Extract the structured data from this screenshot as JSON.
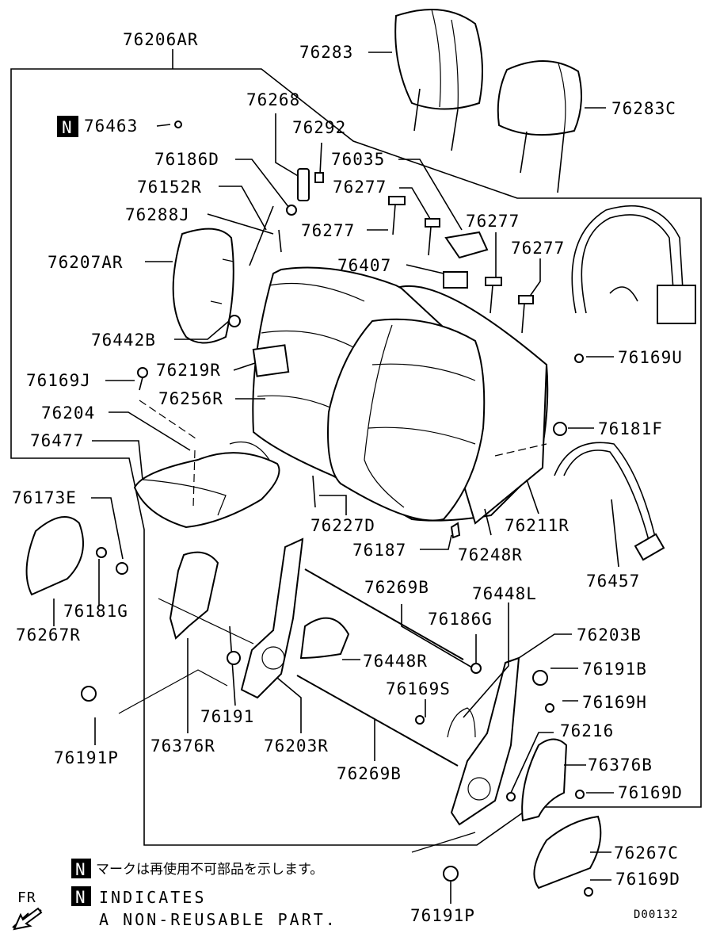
{
  "labels": {
    "l_76206AR": "76206AR",
    "l_76283": "76283",
    "l_76283C": "76283C",
    "l_76463": "76463",
    "l_76268": "76268",
    "l_76292": "76292",
    "l_76186D": "76186D",
    "l_76035": "76035",
    "l_76152R": "76152R",
    "l_76277a": "76277",
    "l_76288J": "76288J",
    "l_76277b": "76277",
    "l_76277c": "76277",
    "l_76277d": "76277",
    "l_76207AR": "76207AR",
    "l_76407": "76407",
    "l_76442B": "76442B",
    "l_76169U": "76169U",
    "l_76219R": "76219R",
    "l_76169J": "76169J",
    "l_76256R": "76256R",
    "l_76204": "76204",
    "l_76181F": "76181F",
    "l_76477": "76477",
    "l_76173E": "76173E",
    "l_76227D": "76227D",
    "l_76211R": "76211R",
    "l_76187": "76187",
    "l_76248R": "76248R",
    "l_76457": "76457",
    "l_76269Ba": "76269B",
    "l_76448L": "76448L",
    "l_76181G": "76181G",
    "l_76186G": "76186G",
    "l_76203B": "76203B",
    "l_76267R": "76267R",
    "l_76448R": "76448R",
    "l_76191B": "76191B",
    "l_76169S": "76169S",
    "l_76169H": "76169H",
    "l_76191": "76191",
    "l_76216": "76216",
    "l_76376R": "76376R",
    "l_76203R": "76203R",
    "l_76376B": "76376B",
    "l_76191Pa": "76191P",
    "l_76269Bb": "76269B",
    "l_76169Da": "76169D",
    "l_76267C": "76267C",
    "l_76169Db": "76169D",
    "l_76191Pb": "76191P"
  },
  "legend": {
    "badge": "N",
    "japanese": "マークは再使用不可部品を示します。",
    "line1": "INDICATES",
    "line2": "A NON-REUSABLE PART."
  },
  "footer": {
    "fr": "FR",
    "code": "D00132"
  }
}
